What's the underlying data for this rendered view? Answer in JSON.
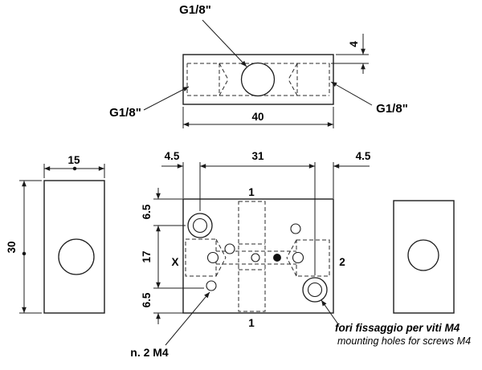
{
  "top_view": {
    "port_top": "G1/8\"",
    "port_left": "G1/8\"",
    "port_right": "G1/8\"",
    "dim_width": "40",
    "dim_offset": "4"
  },
  "front_view": {
    "dim_margin_left": "4.5",
    "dim_span": "31",
    "dim_margin_right": "4.5",
    "dim_top": "6.5",
    "dim_mid": "17",
    "dim_bottom": "6.5",
    "label_port1_top": "1",
    "label_port1_bottom": "1",
    "label_portX": "X",
    "label_port2": "2"
  },
  "side_view": {
    "dim_width": "15",
    "dim_height": "30"
  },
  "notes": {
    "m4": "n. 2  M4",
    "fixing_it": "fori fissaggio per viti M4",
    "fixing_en": "mounting holes for screws M4"
  }
}
